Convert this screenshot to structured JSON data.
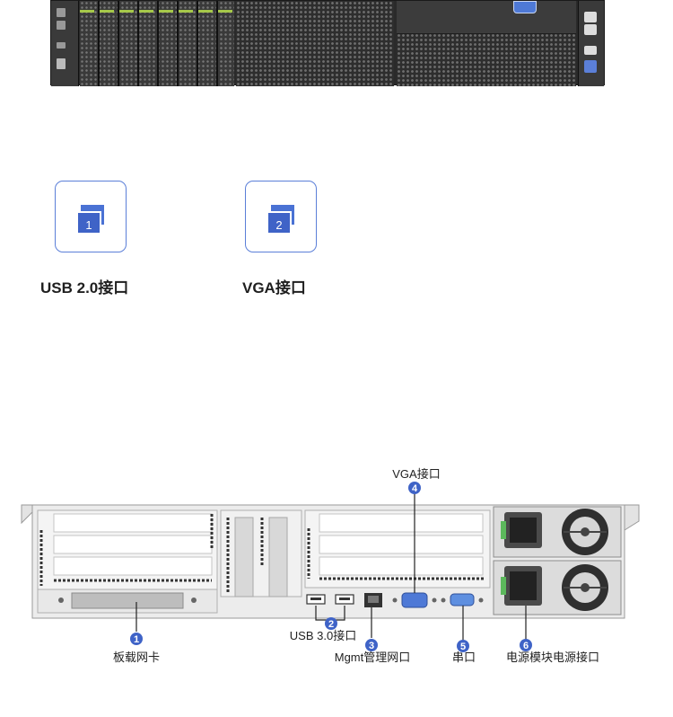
{
  "ports": [
    {
      "number": "1",
      "label": "USB 2.0接口"
    },
    {
      "number": "2",
      "label": "VGA接口"
    }
  ],
  "rear_callouts": [
    {
      "number": "1",
      "label": "板载网卡"
    },
    {
      "number": "2",
      "label": "USB 3.0接口"
    },
    {
      "number": "3",
      "label": "Mgmt管理网口"
    },
    {
      "number": "4",
      "label": "VGA接口"
    },
    {
      "number": "5",
      "label": "串口"
    },
    {
      "number": "6",
      "label": "电源模块电源接口"
    }
  ],
  "colors": {
    "accent": "#3f63c7",
    "card_border": "#5b7fd8",
    "vga_port": "#4e79d6",
    "psu_green": "#5cb85c"
  }
}
